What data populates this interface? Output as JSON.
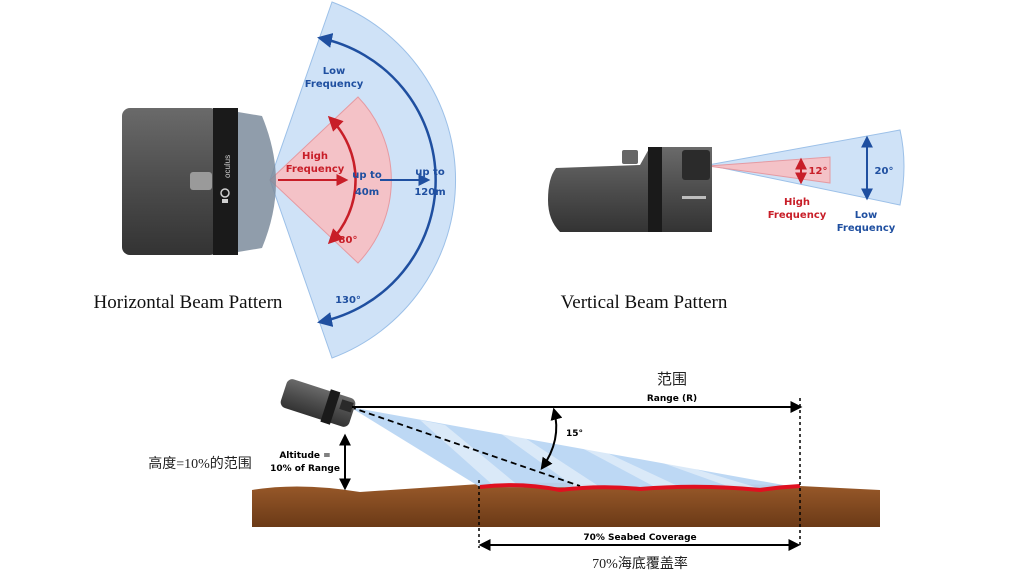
{
  "horizontal": {
    "caption": "Horizontal Beam Pattern",
    "low_label_1": "Low",
    "low_label_2": "Frequency",
    "high_label_1": "High",
    "high_label_2": "Frequency",
    "high_range_1": "up to",
    "high_range_2": "40m",
    "low_range_1": "up to",
    "low_range_2": "120m",
    "high_angle": "80°",
    "low_angle": "130°",
    "brand_text": "oculus"
  },
  "vertical": {
    "caption": "Vertical Beam Pattern",
    "high_angle": "12°",
    "low_angle": "20°",
    "high_label_1": "High",
    "high_label_2": "Frequency",
    "low_label_1": "Low",
    "low_label_2": "Frequency"
  },
  "bottom": {
    "range_cn": "范围",
    "range_label": "Range (R)",
    "beam_angle": "15°",
    "altitude_cn": "高度=10%的范围",
    "altitude_1": "Altitude =",
    "altitude_2": "10% of Range",
    "coverage_label": "70% Seabed Coverage",
    "coverage_cn": "70%海底覆盖率"
  },
  "colors": {
    "low_beam": "#cfe2f7",
    "low_edge": "#1f5fa8",
    "high_beam": "#f4c2c7",
    "high_edge": "#d21f2b",
    "seabed": "#8a4f24",
    "device": "#4a4a4a"
  }
}
